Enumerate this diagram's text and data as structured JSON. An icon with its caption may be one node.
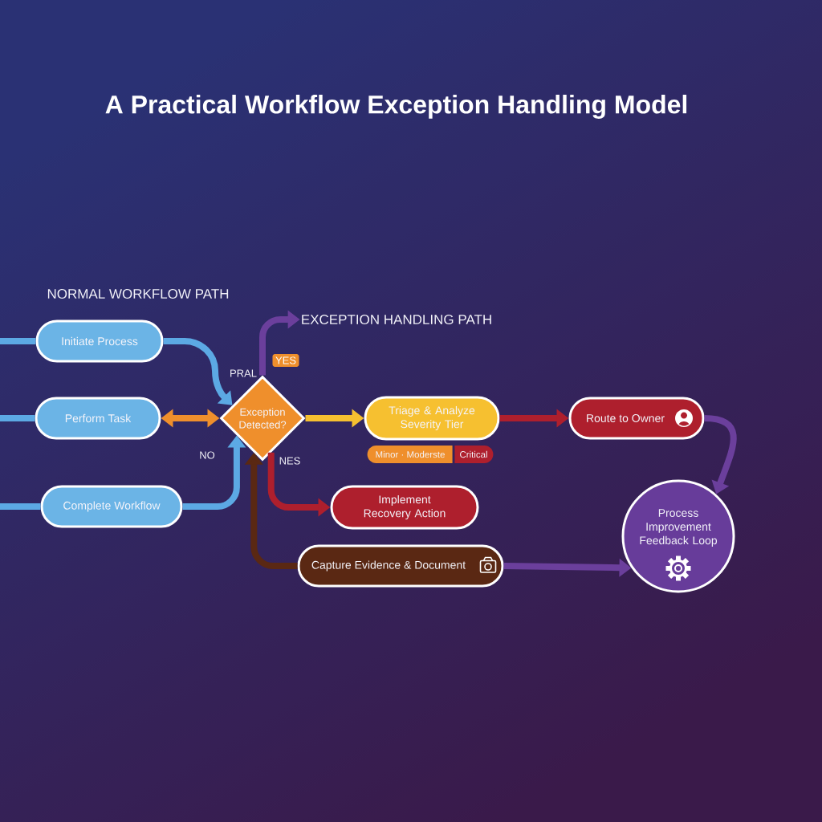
{
  "diagram": {
    "title": "A Practical Workflow Exception Handling Model",
    "nodes": [
      {
        "text": [
          "Initiate Process"
        ]
      },
      {
        "text": [
          "Perform Task"
        ]
      },
      {
        "text": [
          "Complete Workflow"
        ]
      },
      {
        "text": [
          "Exception Detected?"
        ]
      },
      {
        "text": [
          "Triage & Analyze Severity Tier"
        ]
      },
      {
        "text": [
          "Route to Owner"
        ]
      },
      {
        "text": [
          "Implement Recovery Action"
        ]
      },
      {
        "text": [
          "Capture Evidence & Document"
        ]
      },
      {
        "text": [
          "Process Improvement Feedback Loop"
        ]
      },
      {
        "text": [
          "Minor · Moderste"
        ]
      },
      {
        "text": [
          "Critical"
        ]
      },
      {
        "text": [
          "EXCEPTION HANDLING PATH"
        ]
      }
    ],
    "edges": [
      {
        "from": null,
        "to": 0,
        "arrow": "none"
      },
      {
        "from": null,
        "to": 1,
        "arrow": "none"
      },
      {
        "from": null,
        "to": 2,
        "arrow": "none"
      },
      {
        "from": 0,
        "to": 3,
        "arrow": "to"
      },
      {
        "from": 1,
        "to": 3,
        "arrow": "both",
        "color": "#ef8f2c"
      },
      {
        "from": 2,
        "to": 3,
        "arrow": "to"
      },
      {
        "from": 3,
        "to": 11,
        "arrow": "to",
        "label": "YES",
        "color": "#6b3f9c"
      },
      {
        "from": 3,
        "to": 4,
        "arrow": "to",
        "color": "#f6c030"
      },
      {
        "from": 4,
        "to": 5,
        "arrow": "to",
        "color": "#ae1f2d"
      },
      {
        "from": 3,
        "to": 6,
        "arrow": "to",
        "color": "#ae1f2d"
      },
      {
        "from": 7,
        "to": 3,
        "arrow": "to",
        "color": "#5a2813"
      },
      {
        "from": 5,
        "to": 8,
        "arrow": "to",
        "color": "#6b3f9c"
      },
      {
        "from": 7,
        "to": 8,
        "arrow": "to",
        "color": "#6b3f9c"
      }
    ],
    "labels": [
      "NORMAL WORKFLOW PATH",
      "PRAL",
      "NO",
      "NES"
    ]
  }
}
